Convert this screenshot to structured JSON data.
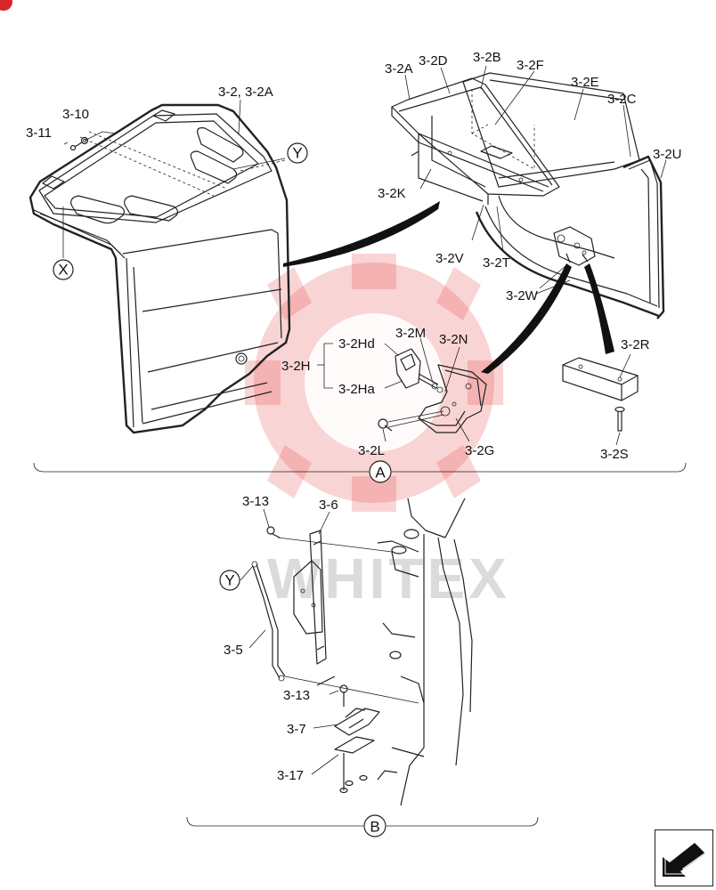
{
  "labels": {
    "p3_2_3_2A": "3-2, 3-2A",
    "p3_10": "3-10",
    "p3_11": "3-11",
    "p3_2A": "3-2A",
    "p3_2D": "3-2D",
    "p3_2B": "3-2B",
    "p3_2F": "3-2F",
    "p3_2E": "3-2E",
    "p3_2C": "3-2C",
    "p3_2U": "3-2U",
    "p3_2K": "3-2K",
    "p3_2V": "3-2V",
    "p3_2T": "3-2T",
    "p3_2W": "3-2W",
    "p3_2R": "3-2R",
    "p3_2S": "3-2S",
    "p3_2H": "3-2H",
    "p3_2Hd": "3-2Hd",
    "p3_2Ha": "3-2Ha",
    "p3_2M": "3-2M",
    "p3_2N": "3-2N",
    "p3_2L": "3-2L",
    "p3_2G": "3-2G",
    "p3_13_top": "3-13",
    "p3_6": "3-6",
    "p3_5": "3-5",
    "p3_13_bottom": "3-13",
    "p3_7": "3-7",
    "p3_17": "3-17"
  },
  "callouts": {
    "x": "X",
    "y_top": "Y",
    "y_bottom": "Y",
    "section_a": "A",
    "section_b": "B"
  },
  "watermark": {
    "text": "WHITEX",
    "color": "#e23a3a"
  },
  "icons": {
    "nav": "arrow-lower-left-icon",
    "badge": "red-circle-badge-icon"
  }
}
